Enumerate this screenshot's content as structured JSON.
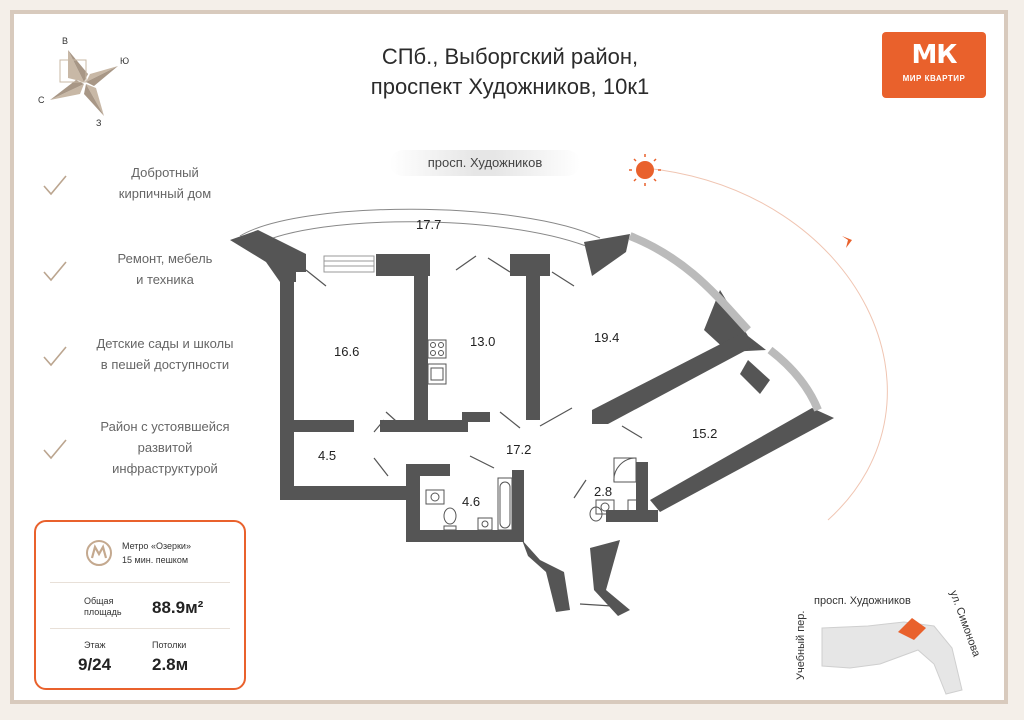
{
  "header": {
    "title_line1": "СПб., Выборгский район,",
    "title_line2": "проспект Художников, 10к1"
  },
  "logo": {
    "mark": "МК",
    "name": "МИР КВАРТИР",
    "color": "#e9612c"
  },
  "compass": {
    "north": "В",
    "east": "Ю",
    "south": "З",
    "west": "С"
  },
  "features": [
    {
      "line1": "Добротный",
      "line2": "кирпичный дом",
      "line3": ""
    },
    {
      "line1": "Ремонт, мебель",
      "line2": "и техника",
      "line3": ""
    },
    {
      "line1": "Детские сады и школы",
      "line2": "в пешей доступности",
      "line3": ""
    },
    {
      "line1": "Район с устоявшейся",
      "line2": "развитой",
      "line3": "инфраструктурой"
    }
  ],
  "info_card": {
    "metro_name": "Метро «Озерки»",
    "metro_walk": "15 мин. пешком",
    "area_label_1": "Общая",
    "area_label_2": "площадь",
    "area_value": "88.9м²",
    "floor_label": "Этаж",
    "floor_value": "9/24",
    "ceiling_label": "Потолки",
    "ceiling_value": "2.8м"
  },
  "plan": {
    "street_tag": "просп. Художников",
    "rooms": {
      "balcony": "17.7",
      "room_left": "16.6",
      "kitchen": "13.0",
      "room_center": "19.4",
      "room_right": "15.2",
      "hall": "17.2",
      "closet": "4.5",
      "bathroom": "4.6",
      "wc": "2.8"
    }
  },
  "location_map": {
    "street_top": "просп. Художников",
    "street_left": "Учебный пер.",
    "street_right": "ул. Симонова"
  },
  "colors": {
    "wall": "#555555",
    "accent": "#e9612c",
    "frame": "#d8cabd"
  }
}
